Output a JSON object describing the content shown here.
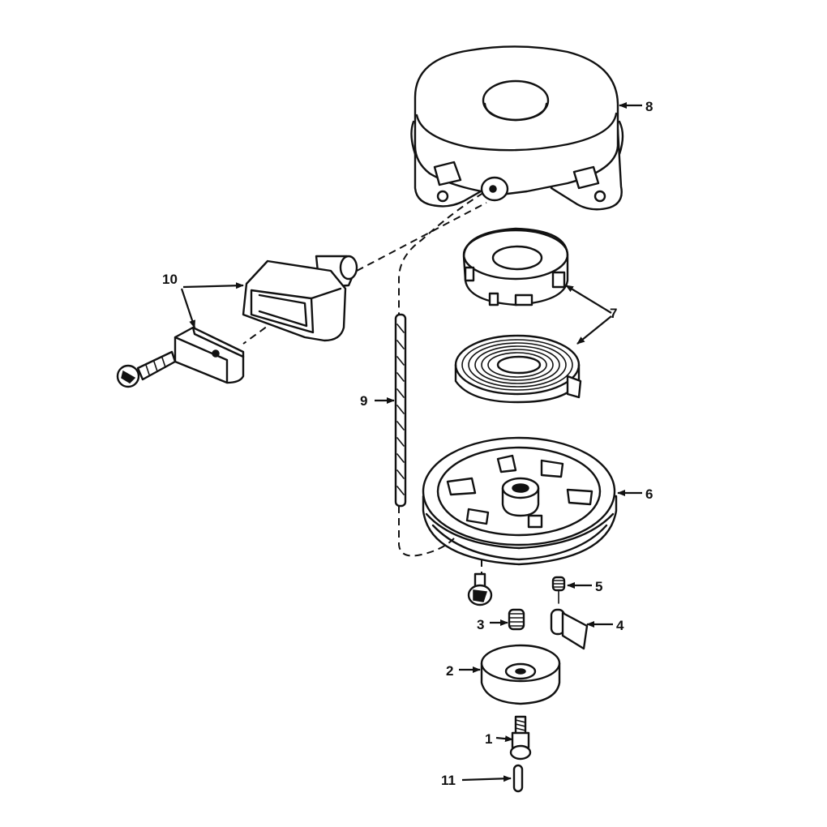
{
  "callouts": [
    {
      "id": "1",
      "label": "1"
    },
    {
      "id": "2",
      "label": "2"
    },
    {
      "id": "3",
      "label": "3"
    },
    {
      "id": "4",
      "label": "4"
    },
    {
      "id": "5",
      "label": "5"
    },
    {
      "id": "6",
      "label": "6"
    },
    {
      "id": "7",
      "label": "7"
    },
    {
      "id": "8",
      "label": "8"
    },
    {
      "id": "9",
      "label": "9"
    },
    {
      "id": "10",
      "label": "10"
    },
    {
      "id": "11",
      "label": "11"
    }
  ],
  "colors": {
    "ink": "#111111",
    "paper": "#ffffff"
  }
}
